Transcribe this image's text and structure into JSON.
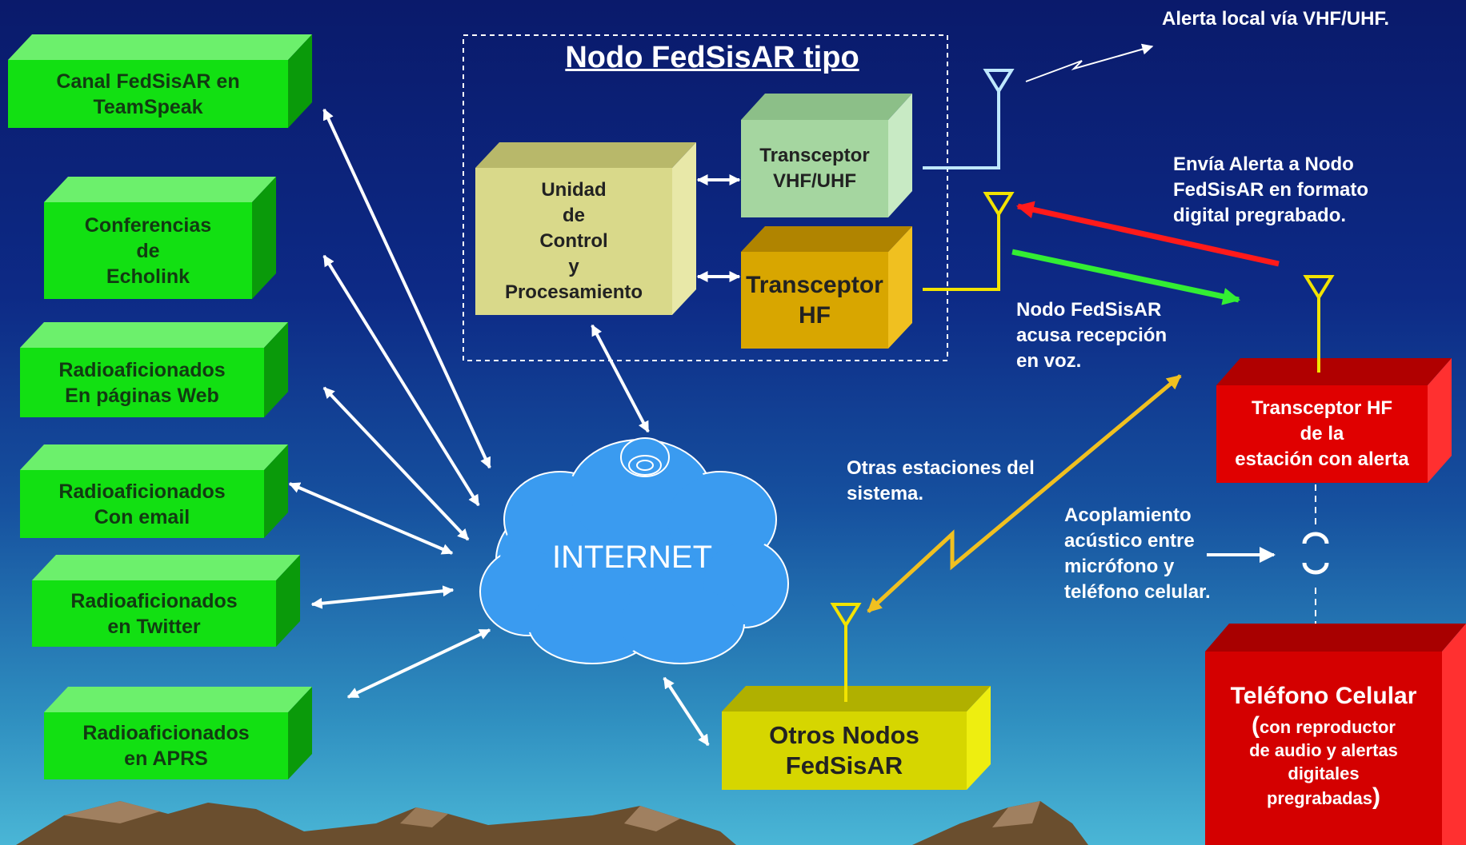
{
  "colors": {
    "green_block": "#12e012",
    "ctrl_block": "#d9d98a",
    "vhf_block": "#a5d6a0",
    "hf_block": "#d8a600",
    "red_block": "#e00000",
    "yellow_block": "#d6d600",
    "cloud": "#3a9bf0"
  },
  "left_blocks": [
    {
      "text": "Canal FedSisAR en\nTeamSpeak"
    },
    {
      "text": "Conferencias\nde\nEcholink"
    },
    {
      "text": "Radioaficionados\nEn páginas Web"
    },
    {
      "text": "Radioaficionados\nCon email"
    },
    {
      "text": "Radioaficionados\nen Twitter"
    },
    {
      "text": "Radioaficionados\nen APRS"
    }
  ],
  "node": {
    "title": "Nodo FedSisAR tipo",
    "control_unit": "Unidad\nde\nControl\ny\nProcesamiento",
    "vhf_transceiver": "Transceptor\nVHF/UHF",
    "hf_transceiver": "Transceptor\nHF"
  },
  "cloud_label": "INTERNET",
  "other_nodes": "Otros Nodos\nFedSisAR",
  "alert_station": "Transceptor HF\nde la\nestación con alerta",
  "cell_phone": {
    "title": "Teléfono Celular",
    "open_paren": "(",
    "detail_1": "con reproductor",
    "detail_2": "de audio y alertas",
    "detail_3": "digitales",
    "detail_4": "pregrabadas",
    "close_paren": ")"
  },
  "labels": {
    "local_alert": "Alerta local vía VHF/UHF.",
    "send_alert": "Envía Alerta a Nodo\nFedSisAR en formato\ndigital pregrabado.",
    "ack_voice": "Nodo FedSisAR\nacusa recepción\nen voz.",
    "other_stations": "Otras estaciones del\nsistema.",
    "acoustic": "Acoplamiento\nacústico entre\nmicrófono y\nteléfono celular."
  }
}
